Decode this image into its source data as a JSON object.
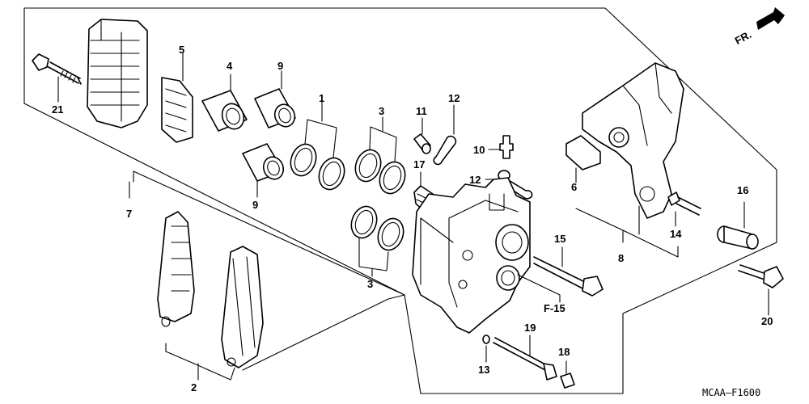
{
  "direction_label": "FR.",
  "ref_label": "F-15",
  "figure_code": "MCAA—F1600",
  "callouts": [
    {
      "id": "c21",
      "text": "21"
    },
    {
      "id": "c5",
      "text": "5"
    },
    {
      "id": "c4",
      "text": "4"
    },
    {
      "id": "c9a",
      "text": "9"
    },
    {
      "id": "c9b",
      "text": "9"
    },
    {
      "id": "c1",
      "text": "1"
    },
    {
      "id": "c3a",
      "text": "3"
    },
    {
      "id": "c3b",
      "text": "3"
    },
    {
      "id": "c11",
      "text": "11"
    },
    {
      "id": "c12a",
      "text": "12"
    },
    {
      "id": "c12b",
      "text": "12"
    },
    {
      "id": "c10",
      "text": "10"
    },
    {
      "id": "c17",
      "text": "17"
    },
    {
      "id": "c7",
      "text": "7"
    },
    {
      "id": "c6",
      "text": "6"
    },
    {
      "id": "c16",
      "text": "16"
    },
    {
      "id": "c14",
      "text": "14"
    },
    {
      "id": "c8",
      "text": "8"
    },
    {
      "id": "c15",
      "text": "15"
    },
    {
      "id": "c20",
      "text": "20"
    },
    {
      "id": "c19",
      "text": "19"
    },
    {
      "id": "c18",
      "text": "18"
    },
    {
      "id": "c13",
      "text": "13"
    },
    {
      "id": "c2",
      "text": "2"
    }
  ]
}
